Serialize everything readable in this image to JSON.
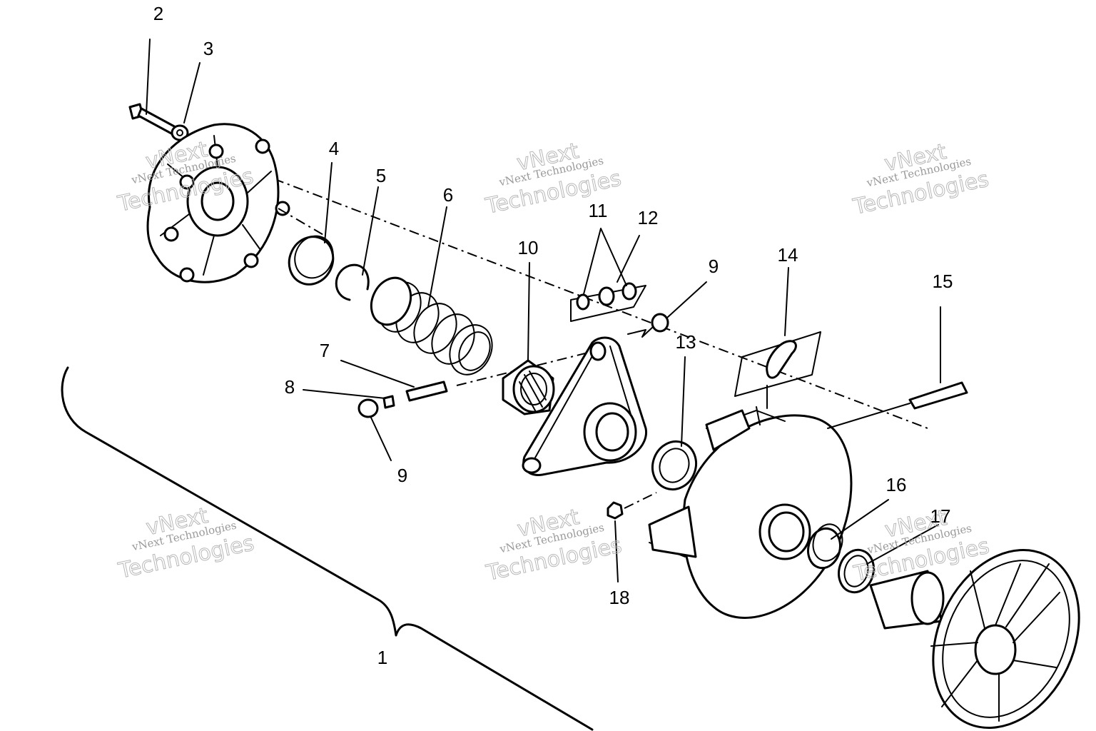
{
  "diagram": {
    "callouts": [
      {
        "id": "c1",
        "label": "1"
      },
      {
        "id": "c2",
        "label": "2"
      },
      {
        "id": "c3",
        "label": "3"
      },
      {
        "id": "c4",
        "label": "4"
      },
      {
        "id": "c5",
        "label": "5"
      },
      {
        "id": "c6",
        "label": "6"
      },
      {
        "id": "c7",
        "label": "7"
      },
      {
        "id": "c8",
        "label": "8"
      },
      {
        "id": "c9a",
        "label": "9"
      },
      {
        "id": "c9b",
        "label": "9"
      },
      {
        "id": "c10",
        "label": "10"
      },
      {
        "id": "c11",
        "label": "11"
      },
      {
        "id": "c12",
        "label": "12"
      },
      {
        "id": "c13",
        "label": "13"
      },
      {
        "id": "c14",
        "label": "14"
      },
      {
        "id": "c15",
        "label": "15"
      },
      {
        "id": "c16",
        "label": "16"
      },
      {
        "id": "c17",
        "label": "17"
      },
      {
        "id": "c18",
        "label": "18"
      }
    ]
  },
  "watermark": {
    "line1": "vNext",
    "line2": "vNext Technologies",
    "line3": "Technologies"
  },
  "colors": {
    "ink": "#000000",
    "background": "#ffffff",
    "watermark": "#9a9a9a"
  }
}
